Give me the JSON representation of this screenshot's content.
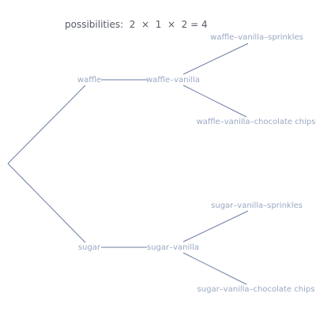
{
  "formula": "possibilities:  2  ×  1  ×  2 = 4",
  "tree": {
    "level1": [
      "waffle",
      "sugar"
    ],
    "level2": [
      "waffle–vanilla",
      "sugar–vanilla"
    ],
    "level3": [
      "waffle–vanilla–sprinkles",
      "waffle–vanilla–chocolate chips",
      "sugar–vanilla–sprinkles",
      "sugar–vanilla–chocolate chips"
    ]
  },
  "colors": {
    "line": "#6a7da0",
    "label": "#9aa8c2",
    "formula": "#555a66"
  }
}
